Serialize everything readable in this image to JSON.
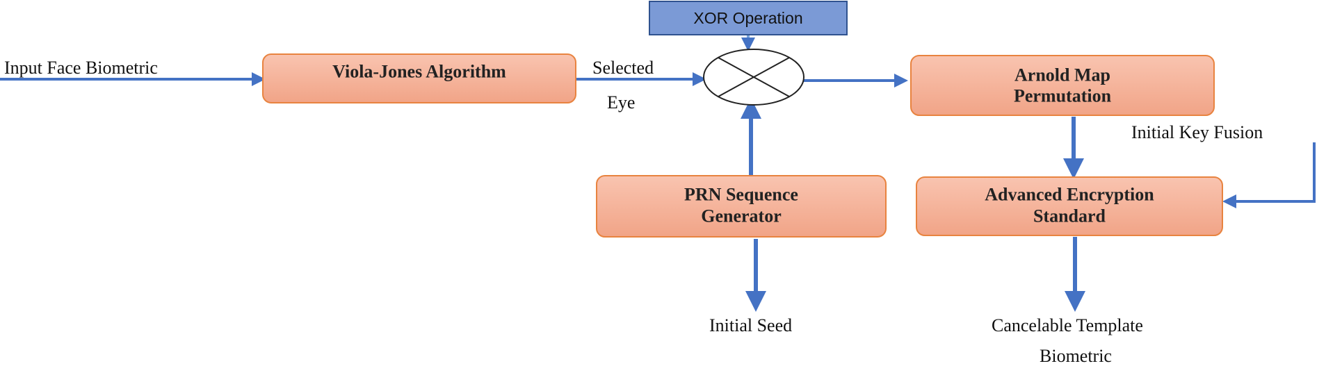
{
  "colors": {
    "box_fill_top": "#f9c4b0",
    "box_fill_bottom": "#f1a487",
    "box_stroke": "#e8833f",
    "arrow": "#4472c4",
    "xor_fill": "#7b9ad6",
    "xor_stroke": "#2f528f"
  },
  "nodes": {
    "xor_operation": "XOR Operation",
    "viola_jones": "Viola-Jones Algorithm",
    "arnold_map": [
      "Arnold Map",
      "Permutation"
    ],
    "prn_generator": [
      "PRN Sequence",
      "Generator"
    ],
    "aes": [
      "Advanced Encryption",
      "Standard"
    ]
  },
  "labels": {
    "input": "Input Face Biometric",
    "selected": "Selected",
    "eye": "Eye",
    "initial_key_fusion": "Initial Key Fusion",
    "initial_seed": "Initial Seed",
    "cancelable_1": "Cancelable Template",
    "cancelable_2": "Biometric"
  }
}
